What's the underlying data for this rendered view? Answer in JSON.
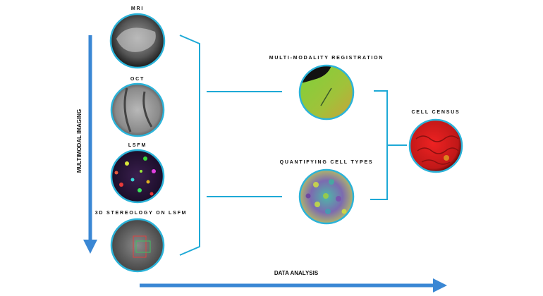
{
  "axes": {
    "vertical_label": "MULTIMODAL IMAGING",
    "horizontal_label": "DATA ANALYSIS"
  },
  "imaging": [
    {
      "label": "MRI"
    },
    {
      "label": "OCT"
    },
    {
      "label": "LSFM"
    },
    {
      "label": "3D STEREOLOGY ON LSFM"
    }
  ],
  "analysis": [
    {
      "label": "MULTI-MODALITY REGISTRATION"
    },
    {
      "label": "QUANTIFYING CELL TYPES"
    }
  ],
  "result": {
    "label": "CELL CENSUS"
  },
  "colors": {
    "arrow": "#3a87d4",
    "connector": "#1ea9d6",
    "ring": "#2bb3d9"
  }
}
